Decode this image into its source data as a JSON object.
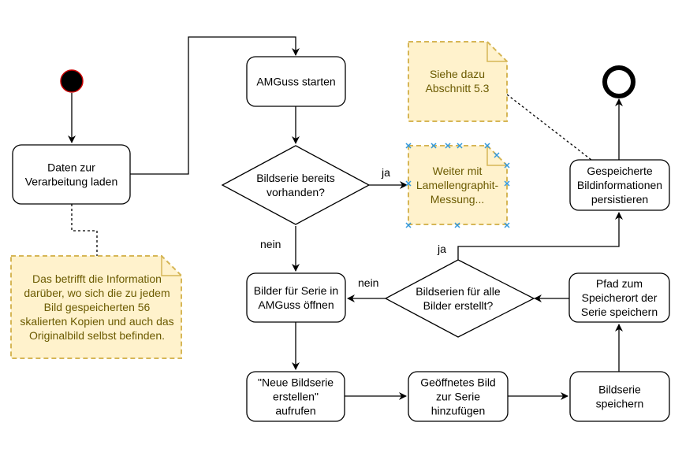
{
  "colors": {
    "stroke": "#000000",
    "start_fill": "#000000",
    "start_stroke": "#cc0000",
    "note_fill": "#fff2cc",
    "note_stroke": "#d6b656",
    "note_text": "#6b5a00",
    "selection_marker": "#3399dd"
  },
  "nodes": {
    "daten_laden": [
      "Daten zur",
      "Verarbeitung laden"
    ],
    "amguss_starten": [
      "AMGuss starten"
    ],
    "bildserie_vorhanden": [
      "Bildserie bereits",
      "vorhanden?"
    ],
    "bilder_oeffnen": [
      "Bilder für Serie in",
      "AMGuss öffnen"
    ],
    "neue_bildserie": [
      "\"Neue Bildserie",
      "erstellen\"",
      "aufrufen"
    ],
    "bild_hinzufuegen": [
      "Geöffnetes Bild",
      "zur Serie",
      "hinzufügen"
    ],
    "bildserie_speichern": [
      "Bildserie",
      "speichern"
    ],
    "pfad_speichern": [
      "Pfad zum",
      "Speicherort der",
      "Serie speichern"
    ],
    "bildserien_erstellt": [
      "Bildserien für alle",
      "Bilder erstellt?"
    ],
    "persistieren": [
      "Gespeicherte",
      "Bildinformationen",
      "persistieren"
    ]
  },
  "notes": {
    "siehe_abschnitt": [
      "Siehe dazu",
      "Abschnitt 5.3"
    ],
    "weiter_lamellen": [
      "Weiter mit",
      "Lamellengraphit-",
      "Messung..."
    ],
    "information": [
      "Das betrifft die Information",
      "darüber, wo sich die zu jedem",
      "Bild gespeicherten 56",
      "skalierten Kopien und auch das",
      "Originalbild selbst befinden."
    ]
  },
  "edge_labels": {
    "ja_top": "ja",
    "nein_left": "nein",
    "nein_mid": "nein",
    "ja_mid": "ja"
  }
}
